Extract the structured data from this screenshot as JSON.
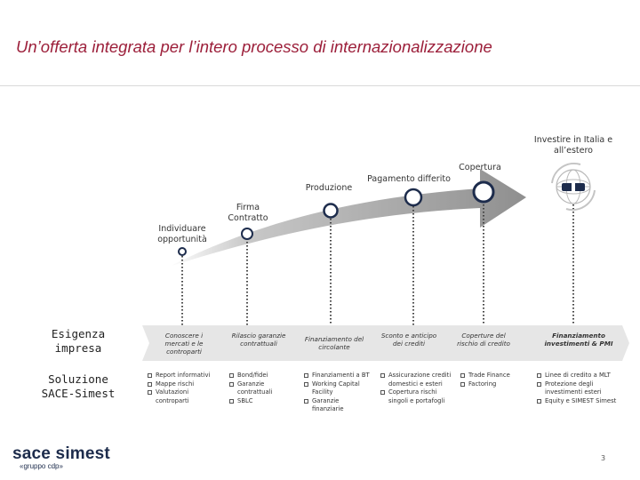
{
  "slide": {
    "title": "Un’offerta integrata per l’intero processo di internazionalizzazione",
    "page_number": "3"
  },
  "process": {
    "stages": [
      {
        "label": "Individuare opportunità"
      },
      {
        "label": "Firma Contratto"
      },
      {
        "label": "Produzione"
      },
      {
        "label": "Pagamento differito"
      },
      {
        "label": "Copertura"
      },
      {
        "label": "Investire in Italia e all’estero"
      }
    ]
  },
  "rows": {
    "need_label": "Esigenza impresa",
    "solution_label": "Soluzione SACE-Simest"
  },
  "needs": [
    "Conoscere i mercati e le controparti",
    "Rilascio garanzie contrattuali",
    "Finanziamento del circolante",
    "Sconto e anticipo dei crediti",
    "Coperture del rischio di credito",
    "Finanziamento investimenti & PMI"
  ],
  "solutions": [
    [
      "Report informativi",
      "Mappe rischi",
      "Valutazioni controparti"
    ],
    [
      "Bond/fidei",
      "Garanzie contrattuali",
      "SBLC"
    ],
    [
      "Finanziamenti a BT",
      "Working Capital Facility",
      "Garanzie finanziarie"
    ],
    [
      "Assicurazione crediti domestici e esteri",
      "Copertura rischi singoli e portafogli"
    ],
    [
      "Trade Finance",
      "Factoring"
    ],
    [
      "Linee di credito a MLT",
      "Protezione degli investimenti esteri",
      "Equity e SIMEST Simest"
    ]
  ],
  "logo": {
    "name": "sace simest",
    "tagline": "«gruppo cdp»"
  },
  "colors": {
    "title": "#9c1f3a",
    "arrow": "#9a9a9a",
    "brand": "#1d2c4c"
  }
}
